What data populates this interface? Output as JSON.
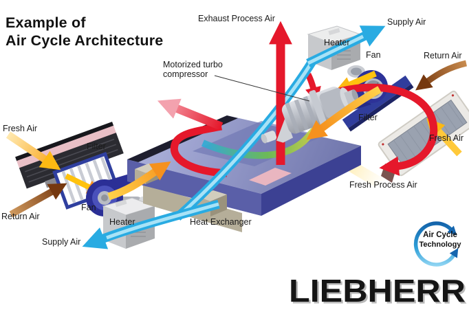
{
  "title": {
    "line1": "Example of",
    "line2": "Air Cycle Architecture"
  },
  "labels": {
    "exhaust_process_air": "Exhaust Process Air",
    "supply_air_top": "Supply Air",
    "heater_top": "Heater",
    "fan_right": "Fan",
    "return_air_right": "Return Air",
    "motorized_turbo_compressor": "Motorized turbo compressor",
    "filter_right": "Filter",
    "fresh_air_right": "Fresh Air",
    "fresh_air_left": "Fresh Air",
    "filter_left": "Filter",
    "fan_left": "Fan",
    "return_air_left": "Return Air",
    "heater_bottom": "Heater",
    "heat_exchanger": "Heat Exchanger",
    "supply_air_bottom": "Supply Air",
    "fresh_process_air": "Fresh Process Air"
  },
  "badge": {
    "line1": "Air Cycle",
    "line2": "Technology"
  },
  "logo": {
    "text": "LIEBHERR"
  },
  "colors": {
    "exhaust_red": "#e5182b",
    "supply_blue": "#29abe2",
    "fresh_yellow": "#fdb913",
    "process_orange": "#f5911e",
    "return_brown": "#76380f",
    "badge_blue": "#1668b0",
    "logo_black": "#151515"
  }
}
